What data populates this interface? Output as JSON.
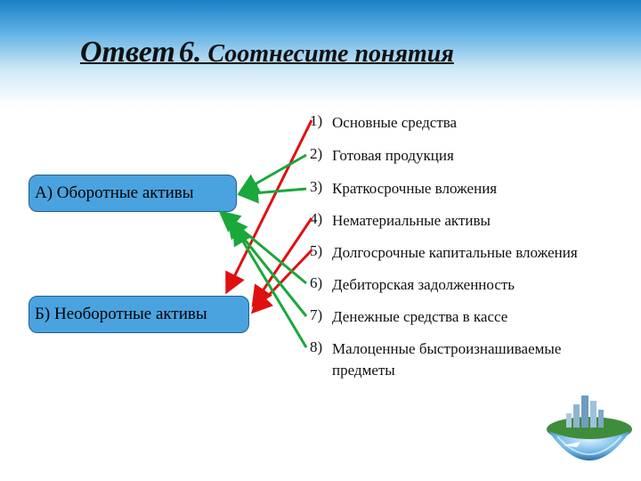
{
  "title": {
    "word1": "Ответ",
    "num": "6",
    "dot": ".",
    "rest": " Соотнесите понятия"
  },
  "boxes": {
    "a": "А) Оборотные активы",
    "b": "Б) Необоротные активы"
  },
  "items": [
    {
      "num": "1)",
      "text": "Основные средства"
    },
    {
      "num": "2)",
      "text": "Готовая продукция"
    },
    {
      "num": "3)",
      "text": "Краткосрочные вложения"
    },
    {
      "num": "4)",
      "text": "Нематериальные активы"
    },
    {
      "num": "5)",
      "text": "Долгосрочные капитальные вложения"
    },
    {
      "num": "6)",
      "text": "Дебиторская задолженность"
    },
    {
      "num": "7)",
      "text": "Денежные средства в кассе"
    },
    {
      "num": "8)",
      "text": "Малоценные быстроизнашиваемые предметы"
    }
  ],
  "colors": {
    "green_arrow": "#1aa83a",
    "red_arrow": "#e01010",
    "box_fill": "#4aa3df"
  },
  "icons": {
    "logo": "globe-city-icon"
  }
}
